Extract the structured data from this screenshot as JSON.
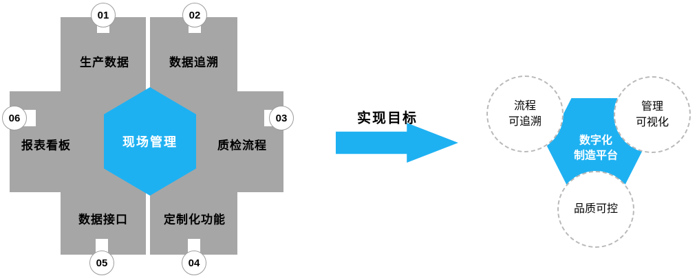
{
  "colors": {
    "gray": "#a6a6a6",
    "blue": "#1eb1f2",
    "ink": "#000000",
    "paper": "#ffffff"
  },
  "left_diagram": {
    "center_label": "现场管理",
    "items": [
      {
        "number": "01",
        "label": "生产数据"
      },
      {
        "number": "02",
        "label": "数据追溯"
      },
      {
        "number": "03",
        "label": "质检流程"
      },
      {
        "number": "04",
        "label": "定制化功能"
      },
      {
        "number": "05",
        "label": "数据接口"
      },
      {
        "number": "06",
        "label": "报表看板"
      }
    ]
  },
  "arrow": {
    "label": "实现目标"
  },
  "right_diagram": {
    "center_label": "数字化制造平台",
    "center_line1": "数字化",
    "center_line2": "制造平台",
    "circles": [
      {
        "label": "流程可追溯",
        "line1": "流程",
        "line2": "可追溯"
      },
      {
        "label": "管理可视化",
        "line1": "管理",
        "line2": "可视化"
      },
      {
        "label": "品质可控",
        "line1": "品质可控",
        "line2": ""
      }
    ]
  }
}
